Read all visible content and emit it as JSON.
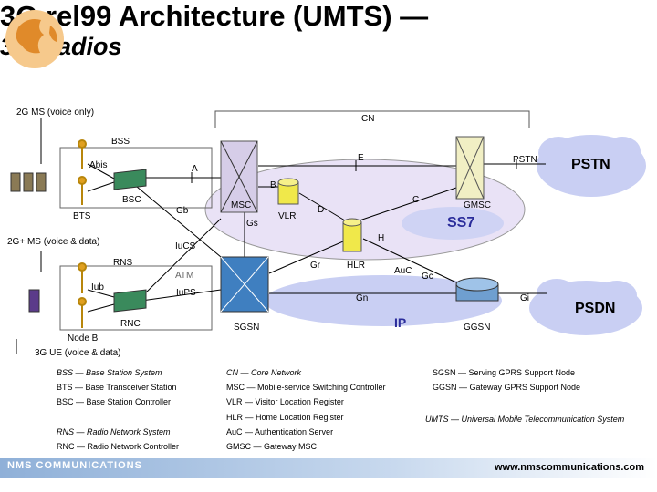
{
  "title": {
    "line1": "3G rel99 Architecture (UMTS) —",
    "line2": "3G Radios"
  },
  "labels": {
    "ms_2g": "2G MS (voice only)",
    "ms_2g_plus": "2G+ MS (voice & data)",
    "ue_3g": "3G UE (voice & data)",
    "cn": "CN",
    "bss": "BSS",
    "abis": "Abis",
    "a": "A",
    "bsc": "BSC",
    "bts": "BTS",
    "gb": "Gb",
    "msc": "MSC",
    "vlr": "VLR",
    "gs": "Gs",
    "b": "B",
    "d": "D",
    "e": "E",
    "c": "C",
    "gmsc": "GMSC",
    "pstn_if": "PSTN",
    "pstn": "PSTN",
    "ss7": "SS7",
    "h": "H",
    "iucs": "IuCS",
    "rns": "RNS",
    "atm": "ATM",
    "iub": "Iub",
    "iups": "IuPS",
    "gr": "Gr",
    "hlr": "HLR",
    "auc": "AuC",
    "gc": "Gc",
    "gn": "Gn",
    "gi": "Gi",
    "psdn": "PSDN",
    "rnc": "RNC",
    "sgsn": "SGSN",
    "ip": "IP",
    "ggsn": "GGSN",
    "node_b": "Node B"
  },
  "legend": {
    "col1": [
      "BSS — Base Station System",
      "BTS — Base Transceiver Station",
      "BSC — Base Station Controller",
      "RNS — Radio Network System",
      "RNC — Radio Network Controller"
    ],
    "col2": [
      "CN — Core Network",
      "MSC — Mobile-service Switching Controller",
      "VLR — Visitor Location Register",
      "HLR — Home Location Register",
      "AuC — Authentication Server",
      "GMSC — Gateway MSC"
    ],
    "col3": [
      "SGSN — Serving GPRS Support Node",
      "GGSN — Gateway GPRS Support Node",
      "UMTS — Universal Mobile Telecommunication System"
    ]
  },
  "footer": {
    "logo": "NMS COMMUNICATIONS",
    "website": "www.nmscommunications.com"
  },
  "colors": {
    "cn_oval": "#e9e2f6",
    "ss7_cloud": "#cfd3f4",
    "ip_cloud": "#c9cff3",
    "msc_box": "#d6cde8",
    "sgsn_box": "#3f7fc0",
    "gmsc_box": "#f1efc4",
    "hlr_box": "#f0e84a",
    "ss7_text": "#2b2d9b",
    "ip_text": "#2b2d9b",
    "footer_band": "#8fb0d8"
  },
  "icons": [
    "globe-icon",
    "antenna-icon",
    "phone-icon",
    "router-icon",
    "cloud-icon"
  ]
}
